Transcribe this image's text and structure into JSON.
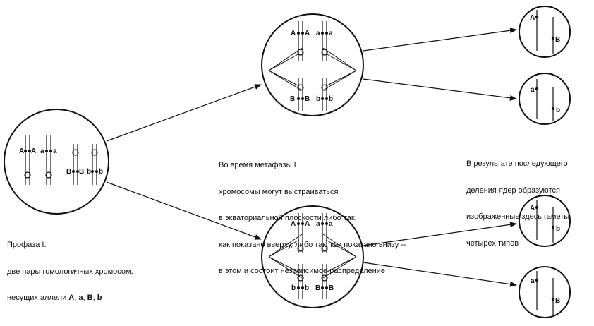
{
  "cell_labels": {
    "prophase": [
      "A",
      "A",
      "a",
      "a",
      "B",
      "B",
      "b",
      "b"
    ],
    "metaphase_top": [
      "A",
      "A",
      "a",
      "a",
      "B",
      "B",
      "b",
      "b"
    ],
    "metaphase_bottom": [
      "A",
      "A",
      "a",
      "a",
      "b",
      "b",
      "B",
      "B"
    ],
    "gametes": [
      [
        "A",
        "B"
      ],
      [
        "a",
        "b"
      ],
      [
        "A",
        "b"
      ],
      [
        "a",
        "B"
      ]
    ]
  },
  "captions": {
    "prophase": [
      "Профаза I:",
      "две пары гомологичных хромосом,",
      "несущих аллели "
    ],
    "prophase_alleles": [
      "A",
      "a",
      "B",
      "b"
    ],
    "metaphase": [
      "Во время метафазы I",
      "хромосомы могут выстраиваться",
      "в экваториальной плоскости либо так,",
      "как показано вверху, либо так, как показано внизу --",
      "в этом и состоит независимое распределение"
    ],
    "result": [
      "В результате последующего",
      "деления ядер образуются",
      "изображенные здесь гаметы",
      "четырех типов"
    ]
  }
}
